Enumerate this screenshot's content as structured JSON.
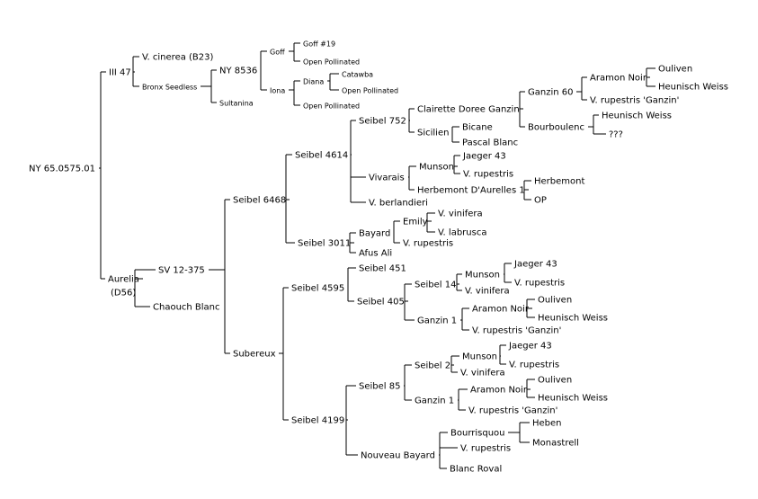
{
  "pedigree": {
    "label": "NY 65.0575.01",
    "children": [
      {
        "label": "III 47",
        "children": [
          {
            "label": "V. cinerea (B23)"
          },
          {
            "label": "Bronx Seedless",
            "children": [
              {
                "label": "NY 8536",
                "children": [
                  {
                    "label": "Goff",
                    "children": [
                      {
                        "label": "Goff #19"
                      },
                      {
                        "label": "Open Pollinated"
                      }
                    ]
                  },
                  {
                    "label": "Iona",
                    "children": [
                      {
                        "label": "Diana",
                        "children": [
                          {
                            "label": "Catawba"
                          },
                          {
                            "label": "Open Pollinated"
                          }
                        ]
                      },
                      {
                        "label": "Open Pollinated"
                      }
                    ]
                  }
                ]
              },
              {
                "label": "Sultanina"
              }
            ]
          }
        ]
      },
      {
        "label": "Aurelia (D56)",
        "children": [
          {
            "label": "SV 12-375",
            "children": [
              {
                "label": "Seibel 6468",
                "children": [
                  {
                    "label": "Seibel 4614",
                    "children": [
                      {
                        "label": "Seibel 752",
                        "children": [
                          {
                            "label": "Clairette Doree Ganzin",
                            "children": [
                              {
                                "label": "Ganzin 60",
                                "children": [
                                  {
                                    "label": "Aramon Noir",
                                    "children": [
                                      {
                                        "label": "Ouliven"
                                      },
                                      {
                                        "label": "Heunisch Weiss"
                                      }
                                    ]
                                  },
                                  {
                                    "label": "V. rupestris 'Ganzin'"
                                  }
                                ]
                              },
                              {
                                "label": "Bourboulenc",
                                "children": [
                                  {
                                    "label": "Heunisch Weiss"
                                  },
                                  {
                                    "label": "???"
                                  }
                                ]
                              }
                            ]
                          },
                          {
                            "label": "Sicilien",
                            "children": [
                              {
                                "label": "Bicane"
                              },
                              {
                                "label": "Pascal Blanc"
                              }
                            ]
                          }
                        ]
                      },
                      {
                        "label": "Vivarais",
                        "children": [
                          {
                            "label": "Munson",
                            "children": [
                              {
                                "label": "Jaeger 43"
                              },
                              {
                                "label": "V. rupestris"
                              }
                            ]
                          },
                          {
                            "label": "Herbemont D'Aurelles 1",
                            "children": [
                              {
                                "label": "Herbemont"
                              },
                              {
                                "label": "OP"
                              }
                            ]
                          }
                        ]
                      },
                      {
                        "label": "V. berlandieri"
                      }
                    ]
                  },
                  {
                    "label": "Seibel 3011",
                    "children": [
                      {
                        "label": "Bayard",
                        "children": [
                          {
                            "label": "Emily",
                            "children": [
                              {
                                "label": "V. vinifera"
                              },
                              {
                                "label": "V. labrusca"
                              }
                            ]
                          },
                          {
                            "label": "V. rupestris"
                          }
                        ]
                      },
                      {
                        "label": "Afus Ali"
                      }
                    ]
                  }
                ]
              },
              {
                "label": "Subereux",
                "children": [
                  {
                    "label": "Seibel 4595",
                    "children": [
                      {
                        "label": "Seibel 451"
                      },
                      {
                        "label": "Seibel 405",
                        "children": [
                          {
                            "label": "Seibel 14",
                            "children": [
                              {
                                "label": "Munson",
                                "children": [
                                  {
                                    "label": "Jaeger 43"
                                  },
                                  {
                                    "label": "V. rupestris"
                                  }
                                ]
                              },
                              {
                                "label": "V. vinifera"
                              }
                            ]
                          },
                          {
                            "label": "Ganzin 1",
                            "children": [
                              {
                                "label": "Aramon Noir",
                                "children": [
                                  {
                                    "label": "Ouliven"
                                  },
                                  {
                                    "label": "Heunisch Weiss"
                                  }
                                ]
                              },
                              {
                                "label": "V. rupestris 'Ganzin'"
                              }
                            ]
                          }
                        ]
                      }
                    ]
                  },
                  {
                    "label": "Seibel 4199",
                    "children": [
                      {
                        "label": "Seibel 85",
                        "children": [
                          {
                            "label": "Seibel 2",
                            "children": [
                              {
                                "label": "Munson",
                                "children": [
                                  {
                                    "label": "Jaeger 43"
                                  },
                                  {
                                    "label": "V. rupestris"
                                  }
                                ]
                              },
                              {
                                "label": "V. vinifera"
                              }
                            ]
                          },
                          {
                            "label": "Ganzin 1",
                            "children": [
                              {
                                "label": "Aramon Noir",
                                "children": [
                                  {
                                    "label": "Ouliven"
                                  },
                                  {
                                    "label": "Heunisch Weiss"
                                  }
                                ]
                              },
                              {
                                "label": "V. rupestris 'Ganzin'"
                              }
                            ]
                          }
                        ]
                      },
                      {
                        "label": "Nouveau Bayard",
                        "children": [
                          {
                            "label": "Bourrisquou",
                            "children": [
                              {
                                "label": "Heben"
                              },
                              {
                                "label": "Monastrell"
                              }
                            ]
                          },
                          {
                            "label": "V. rupestris"
                          },
                          {
                            "label": "Blanc Roval"
                          }
                        ]
                      }
                    ]
                  }
                ]
              }
            ]
          },
          {
            "label": "Chaouch Blanc"
          }
        ]
      }
    ]
  }
}
